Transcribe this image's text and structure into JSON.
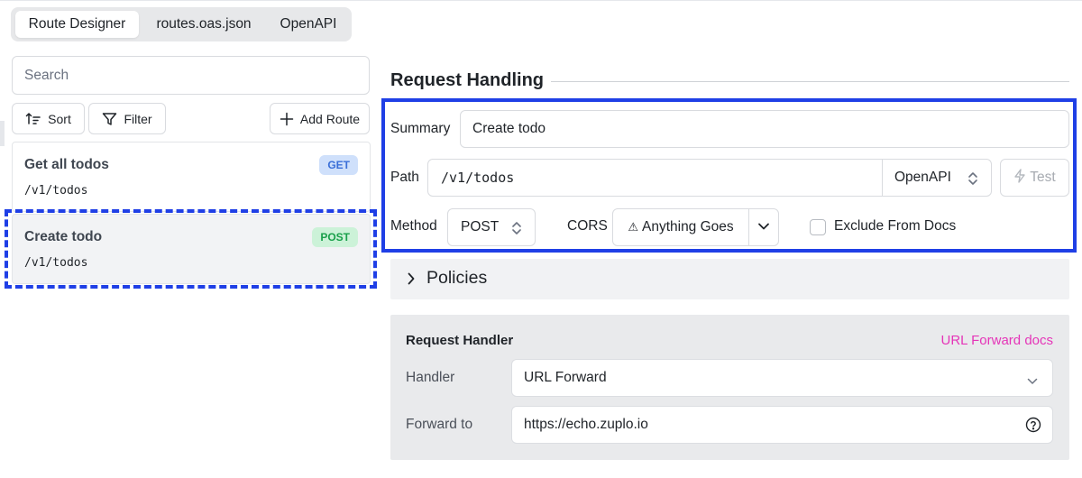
{
  "tabs": [
    {
      "label": "Route Designer",
      "active": true
    },
    {
      "label": "routes.oas.json",
      "active": false
    },
    {
      "label": "OpenAPI",
      "active": false
    }
  ],
  "sidebar": {
    "search_placeholder": "Search",
    "sort_label": "Sort",
    "filter_label": "Filter",
    "add_route_label": "Add Route",
    "routes": [
      {
        "title": "Get all todos",
        "path": "/v1/todos",
        "method": "GET"
      },
      {
        "title": "Create todo",
        "path": "/v1/todos",
        "method": "POST"
      }
    ]
  },
  "request_handling": {
    "title": "Request Handling",
    "summary_label": "Summary",
    "summary_value": "Create todo",
    "path_label": "Path",
    "path_value": "/v1/todos",
    "path_mode": "OpenAPI",
    "test_label": "Test",
    "method_label": "Method",
    "method_value": "POST",
    "cors_label": "CORS",
    "cors_value": "Anything Goes",
    "cors_warning_glyph": "⚠",
    "exclude_label": "Exclude From Docs",
    "exclude_checked": false
  },
  "policies": {
    "title": "Policies"
  },
  "request_handler": {
    "title": "Request Handler",
    "docs_link": "URL Forward docs",
    "handler_label": "Handler",
    "handler_value": "URL Forward",
    "forward_label": "Forward to",
    "forward_value": "https://echo.zuplo.io"
  },
  "colors": {
    "highlight": "#1f3fe6",
    "get_badge_bg": "#cfe0fb",
    "get_badge_text": "#3a6fd8",
    "post_badge_bg": "#ccf2d8",
    "post_badge_text": "#19a04a",
    "docs_link": "#e535b8"
  },
  "icons": {
    "sort": "sort-icon",
    "filter": "filter-icon",
    "add": "plus-icon",
    "updown": "chevron-updown-icon",
    "test": "lightning-icon",
    "dropdown": "chevron-down-icon",
    "expand": "chevron-right-icon",
    "help": "help-circle-icon"
  }
}
